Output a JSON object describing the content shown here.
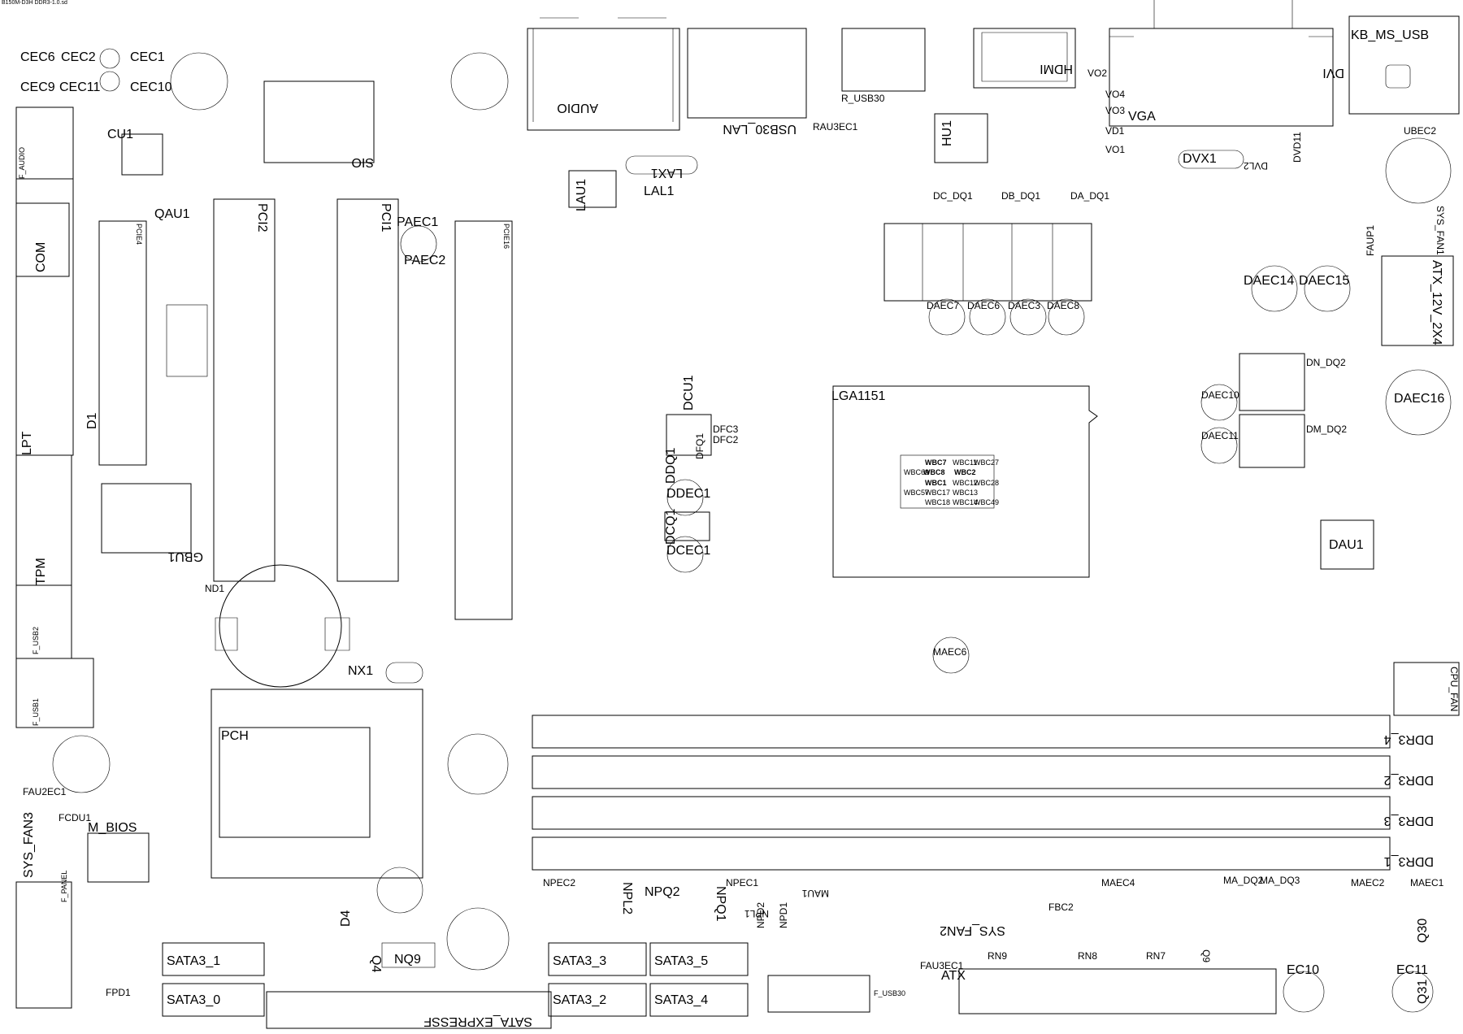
{
  "header": {
    "file_name": "B150M-D3H DDR3-1.0.sd"
  },
  "connectors": {
    "audio": "AUDIO",
    "usb30_lan": "USB30_LAN",
    "r_usb30": "R_USB30",
    "hdmi": "HDMI",
    "dvi": "DVI",
    "vga": "VGA",
    "kb_ms_usb": "KB_MS_USB",
    "com": "COM",
    "lpt": "LPT",
    "tpm": "TPM",
    "f_usb2": "F_USB2",
    "f_usb1": "F_USB1",
    "f_audio": "F_AUDIO",
    "f_panel": "F_PANEL",
    "sys_fan3": "SYS_FAN3",
    "sys_fan1": "SYS_FAN1",
    "sys_fan2": "SYS_FAN2",
    "cpu_fan": "CPU_FAN",
    "atx_12v": "ATX_12V_2X4",
    "atx": "ATX",
    "f_usb30": "F_USB30",
    "sata3_0": "SATA3_0",
    "sata3_1": "SATA3_1",
    "sata3_2": "SATA3_2",
    "sata3_3": "SATA3_3",
    "sata3_4": "SATA3_4",
    "sata3_5": "SATA3_5",
    "sata_express": "SATA_EXPRESSF",
    "pci1": "PCI1",
    "pci2": "PCI2",
    "pcie16": "PCIE16",
    "pcie4": "PCIE4",
    "ddr3_1": "DDR3_1",
    "ddr3_2": "DDR3_2",
    "ddr3_3": "DDR3_3",
    "ddr3_4": "DDR3_4",
    "lga1151": "LGA1151"
  },
  "chips": {
    "sio": "SIO",
    "pch": "PCH",
    "m_bios": "M_BIOS",
    "gbu1": "GBU1",
    "cu1": "CU1",
    "qau1": "QAU1",
    "lau1": "LAU1",
    "lal1": "LAL1",
    "lax1": "LAX1",
    "hu1": "HU1",
    "dau1": "DAU1",
    "nx1": "NX1",
    "nq9": "NQ9",
    "q4": "Q4",
    "d4": "D4",
    "d1": "D1",
    "nd1": "ND1",
    "fpd1": "FPD1",
    "fcdu1": "FCDU1",
    "q30": "Q30",
    "q31": "Q31",
    "q9": "Q9",
    "rn9": "RN9",
    "rn8": "RN8",
    "rn7": "RN7",
    "fbc2": "FBC2",
    "mau1": "MAU1"
  },
  "capacitors": {
    "cec6": "CEC6",
    "cec2": "CEC2",
    "cec1": "CEC1",
    "cec9": "CEC9",
    "cec11": "CEC11",
    "cec10": "CEC10",
    "paec1": "PAEC1",
    "paec2": "PAEC2",
    "daec7": "DAEC7",
    "daec6": "DAEC6",
    "daec3": "DAEC3",
    "daec8": "DAEC8",
    "daec14": "DAEC14",
    "daec15": "DAEC15",
    "daec10": "DAEC10",
    "daec11": "DAEC11",
    "daec16": "DAEC16",
    "ddec1": "DDEC1",
    "dcec1": "DCEC1",
    "maec6": "MAEC6",
    "maec4": "MAEC4",
    "maec2": "MAEC2",
    "maec1": "MAEC1",
    "npec1": "NPEC1",
    "npec2": "NPEC2",
    "ec10": "EC10",
    "ec11": "EC11",
    "fau2ec1": "FAU2EC1",
    "fau3ec1": "FAU3EC1",
    "ubec2": "UBEC2",
    "rau3ec1": "RAU3EC1"
  },
  "power": {
    "dc_dq1": "DC_DQ1",
    "db_dq1": "DB_DQ1",
    "da_dq1": "DA_DQ1",
    "dn_dq2": "DN_DQ2",
    "dm_dq2": "DM_DQ2",
    "ma_dq2": "MA_DQ2",
    "ma_dq3": "MA_DQ3",
    "dvx1": "DVX1",
    "dvl2": "DVL2",
    "dvd11": "DVD11",
    "npl2": "NPL2",
    "npq2": "NPQ2",
    "npq1": "NPQ1",
    "npl1": "NPL1",
    "npd1": "NPD1",
    "npd2": "NPD2",
    "dfc3": "DFC3",
    "dfc2": "DFC2",
    "dfq1": "DFQ1",
    "dcu1": "DCU1",
    "ddq1": "DDQ1",
    "dcq1": "DCQ1",
    "vo1": "VO1",
    "vo2": "VO2",
    "vo3": "VO3",
    "vo4": "VO4",
    "vd1": "VD1",
    "faup1": "FAUP1"
  },
  "wbc": [
    "WBC7",
    "WBC8",
    "WBC1",
    "WBC2",
    "WBC69",
    "WBC57",
    "WBC17",
    "WBC18",
    "WBC27",
    "WBC28",
    "WBC49",
    "WBC11",
    "WBC12",
    "WBC13",
    "WBC14"
  ]
}
